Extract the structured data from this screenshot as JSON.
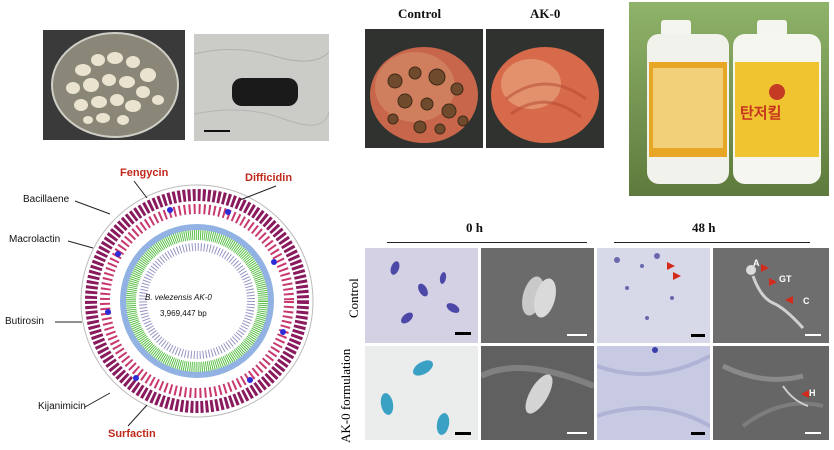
{
  "top_apples": {
    "label_control": "Control",
    "label_treated": "AK-0"
  },
  "genome_map": {
    "organism": "B. velezensis AK-0",
    "size": "3,969,447 bp",
    "clusters_black": [
      "Bacillaene",
      "Macrolactin",
      "Butirosin",
      "Kijanimicin"
    ],
    "clusters_red": [
      "Fengycin",
      "Difficidin",
      "Surfactin"
    ]
  },
  "micrographs": {
    "time_0": "0 h",
    "time_48": "48 h",
    "row_control": "Control",
    "row_formulation": "AK-0 formulation",
    "markers": [
      "A",
      "GT",
      "C",
      "H"
    ]
  },
  "product": {
    "bottle_brand": "탄저킬"
  }
}
